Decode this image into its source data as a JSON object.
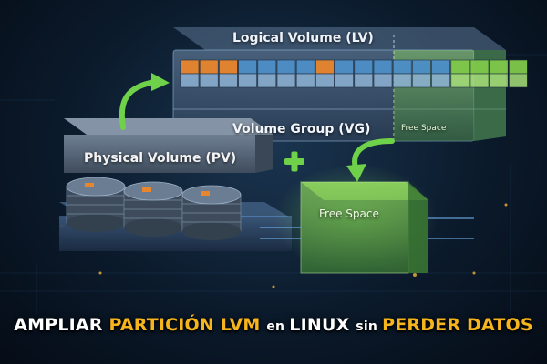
{
  "diagram": {
    "lv_label": "Logical Volume (LV)",
    "vg_label": "Volume Group (VG)",
    "vg_free_label": "Free Space",
    "pv_label": "Physical Volume (PV)",
    "free_block_label": "Free Space"
  },
  "banner": {
    "part1": "AMPLIAR ",
    "part2": "PARTICIÓN LVM ",
    "part3": "en ",
    "part4": "LINUX ",
    "part5": "sin ",
    "part6": "PERDER DATOS"
  },
  "colors": {
    "lv_orange": "#e8862e",
    "lv_blue": "#4d8fc8",
    "lv_green": "#7fc94a",
    "banner_gold": "#f6b51c",
    "arrow_green": "#6fd14a"
  }
}
